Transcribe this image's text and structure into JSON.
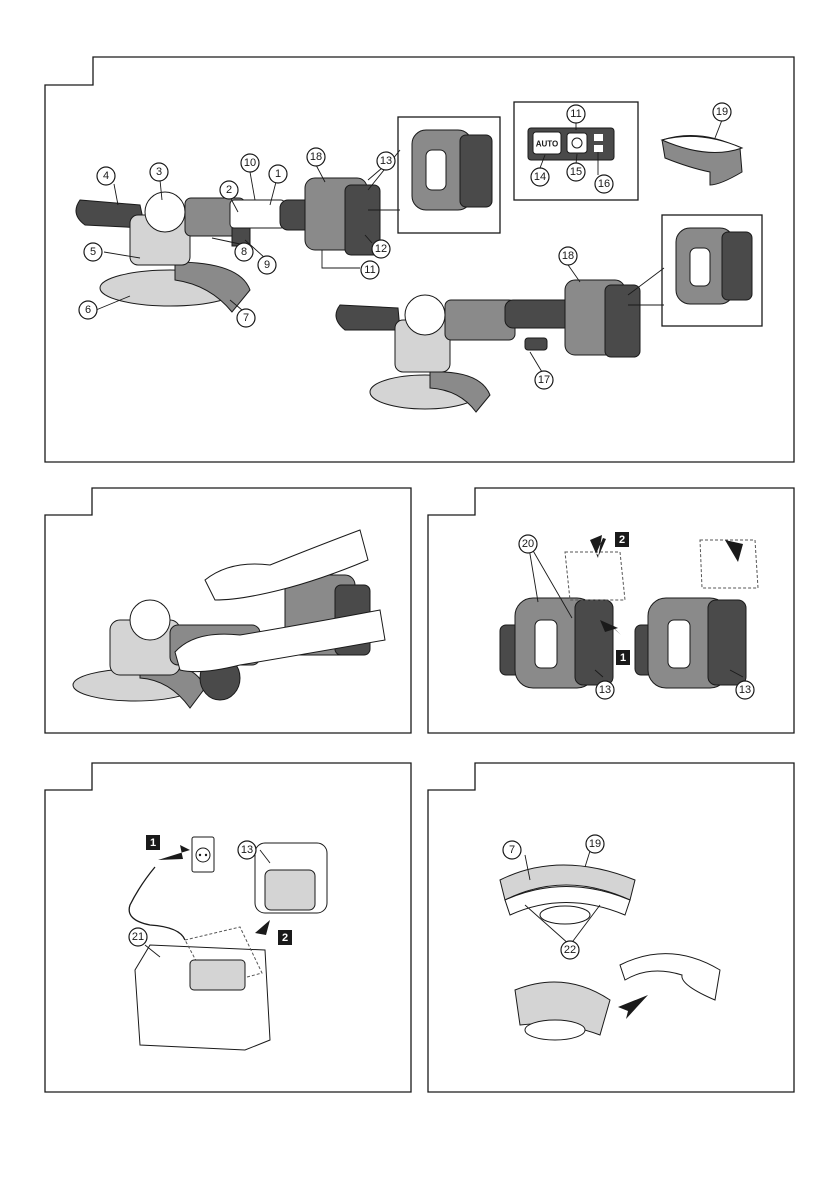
{
  "figures": [
    {
      "id": "fig1",
      "callouts": [
        "1",
        "2",
        "3",
        "4",
        "5",
        "6",
        "7",
        "8",
        "9",
        "10",
        "11",
        "12",
        "13",
        "18",
        "11",
        "18",
        "17"
      ],
      "display_panel": {
        "callouts": [
          "11",
          "14",
          "15",
          "16"
        ],
        "auto_button_label": "AUTO"
      },
      "guard_callout": "19"
    },
    {
      "id": "fig2"
    },
    {
      "id": "fig3",
      "callouts": [
        "20",
        "13",
        "13"
      ],
      "steps": [
        "2",
        "1"
      ]
    },
    {
      "id": "fig4",
      "callouts": [
        "13",
        "21"
      ],
      "steps": [
        "1",
        "2"
      ]
    },
    {
      "id": "fig5",
      "callouts": [
        "7",
        "19",
        "22"
      ]
    }
  ],
  "colors": {
    "line": "#1a1a1a",
    "tool_dark": "#4a4a4a",
    "tool_mid": "#8a8a8a",
    "tool_light": "#d4d4d4"
  }
}
